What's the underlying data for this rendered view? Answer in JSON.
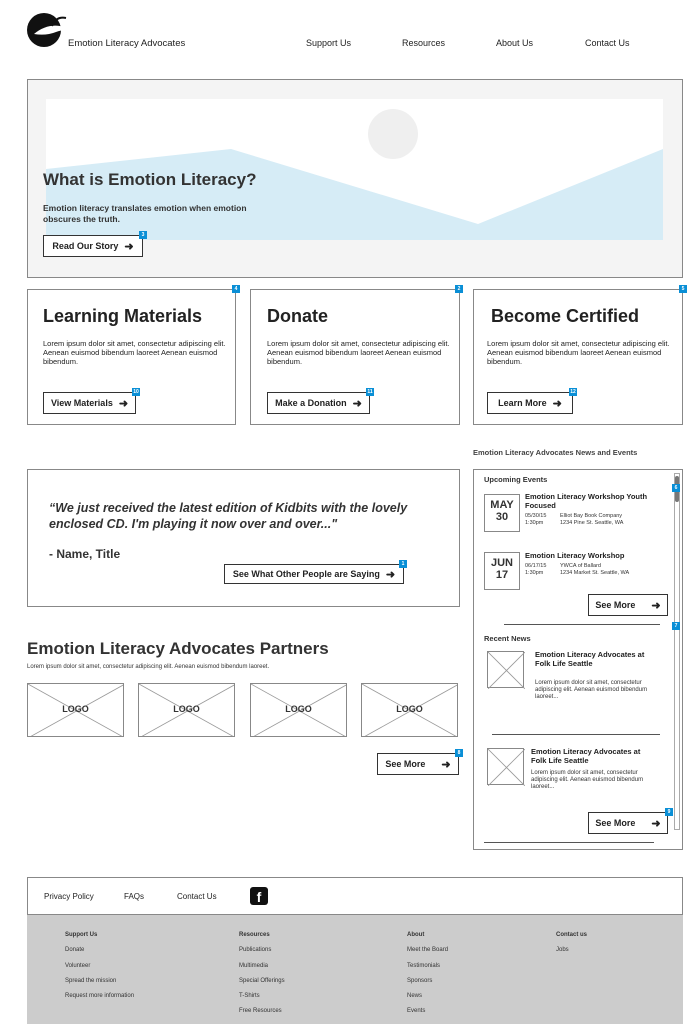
{
  "header": {
    "brand": "Emotion Literacy Advocates",
    "nav": [
      "Support Us",
      "Resources",
      "About Us",
      "Contact Us"
    ]
  },
  "hero": {
    "title": "What is Emotion Literacy?",
    "subtitle": "Emotion literacy translates emotion when emotion obscures the truth.",
    "button": "Read Our Story",
    "badge": "3"
  },
  "cards": [
    {
      "title": "Learning Materials",
      "body": "Lorem ipsum dolor sit amet, consectetur adipiscing elit. Aenean euismod bibendum laoreet Aenean euismod bibendum.",
      "button": "View Materials",
      "badge": "4",
      "btn_badge": "10"
    },
    {
      "title": "Donate",
      "body": "Lorem ipsum dolor sit amet, consectetur adipiscing elit. Aenean euismod bibendum laoreet Aenean euismod bibendum.",
      "button": "Make a Donation",
      "badge": "2",
      "btn_badge": "11"
    },
    {
      "title": "Become Certified",
      "body": "Lorem ipsum dolor sit amet, consectetur adipiscing elit. Aenean euismod bibendum laoreet Aenean euismod bibendum.",
      "button": "Learn More",
      "badge": "5",
      "btn_badge": "12"
    }
  ],
  "testimonial": {
    "quote": "“We just received the latest edition of Kidbits with the lovely enclosed CD. I'm playing it now over and over...\"",
    "author": "- Name, Title",
    "button": "See What Other People are Saying",
    "badge": "1"
  },
  "partners": {
    "title": "Emotion Literacy Advocates Partners",
    "desc": "Lorem ipsum dolor sit amet, consectetur adipiscing elit. Aenean euismod bibendum laoreet.",
    "logos": [
      "LOGO",
      "LOGO",
      "LOGO",
      "LOGO"
    ],
    "button": "See More",
    "badge": "8"
  },
  "sidebar": {
    "heading": "Emotion Literacy Advocates News and Events",
    "events_heading": "Upcoming Events",
    "events_badge": "6",
    "events": [
      {
        "month": "MAY",
        "day": "30",
        "title": "Emotion Literacy Workshop Youth Focused",
        "date": "05/30/15",
        "time": "1:30pm",
        "place": "Elliot Bay Book Company",
        "address": "1234 Pine St. Seattle, WA"
      },
      {
        "month": "JUN",
        "day": "17",
        "title": "Emotion Literacy Workshop",
        "date": "06/17/15",
        "time": "1:30pm",
        "place": "YWCA of Ballard",
        "address": "1234 Market St. Seattle, WA"
      }
    ],
    "events_button": "See More",
    "news_heading": "Recent News",
    "news_badge": "7",
    "news": [
      {
        "title": "Emotion Literacy Advocates at Folk Life Seattle",
        "body": "Lorem ipsum dolor sit amet, consectetur adipiscing elit. Aenean euismod bibendum laoreet..."
      },
      {
        "title": "Emotion Literacy Advocates at Folk Life Seattle",
        "body": "Lorem ipsum dolor sit amet, consectetur adipiscing elit. Aenean euismod bibendum laoreet..."
      }
    ],
    "news_button": "See More",
    "news_btn_badge": "9"
  },
  "footer": {
    "links": [
      "Privacy Policy",
      "FAQs",
      "Contact Us"
    ],
    "cols": [
      {
        "heading": "Support Us",
        "items": [
          "Donate",
          "Volunteer",
          "Spread the mission",
          "Request more information"
        ]
      },
      {
        "heading": "Resources",
        "items": [
          "Publications",
          "Multimedia",
          "Special Offerings",
          "T-Shirts",
          "Free Resources"
        ]
      },
      {
        "heading": "About",
        "items": [
          "Meet the Board",
          "Testimonials",
          "Sponsors",
          "News",
          "Events"
        ]
      },
      {
        "heading": "Contact us",
        "items": [
          "Jobs"
        ]
      }
    ]
  },
  "colors": {
    "accent": "#0a8fd6",
    "hero_bg": "#f4f4f4",
    "hero_shape": "#d6ecf6",
    "footer_bg": "#cccccc"
  }
}
